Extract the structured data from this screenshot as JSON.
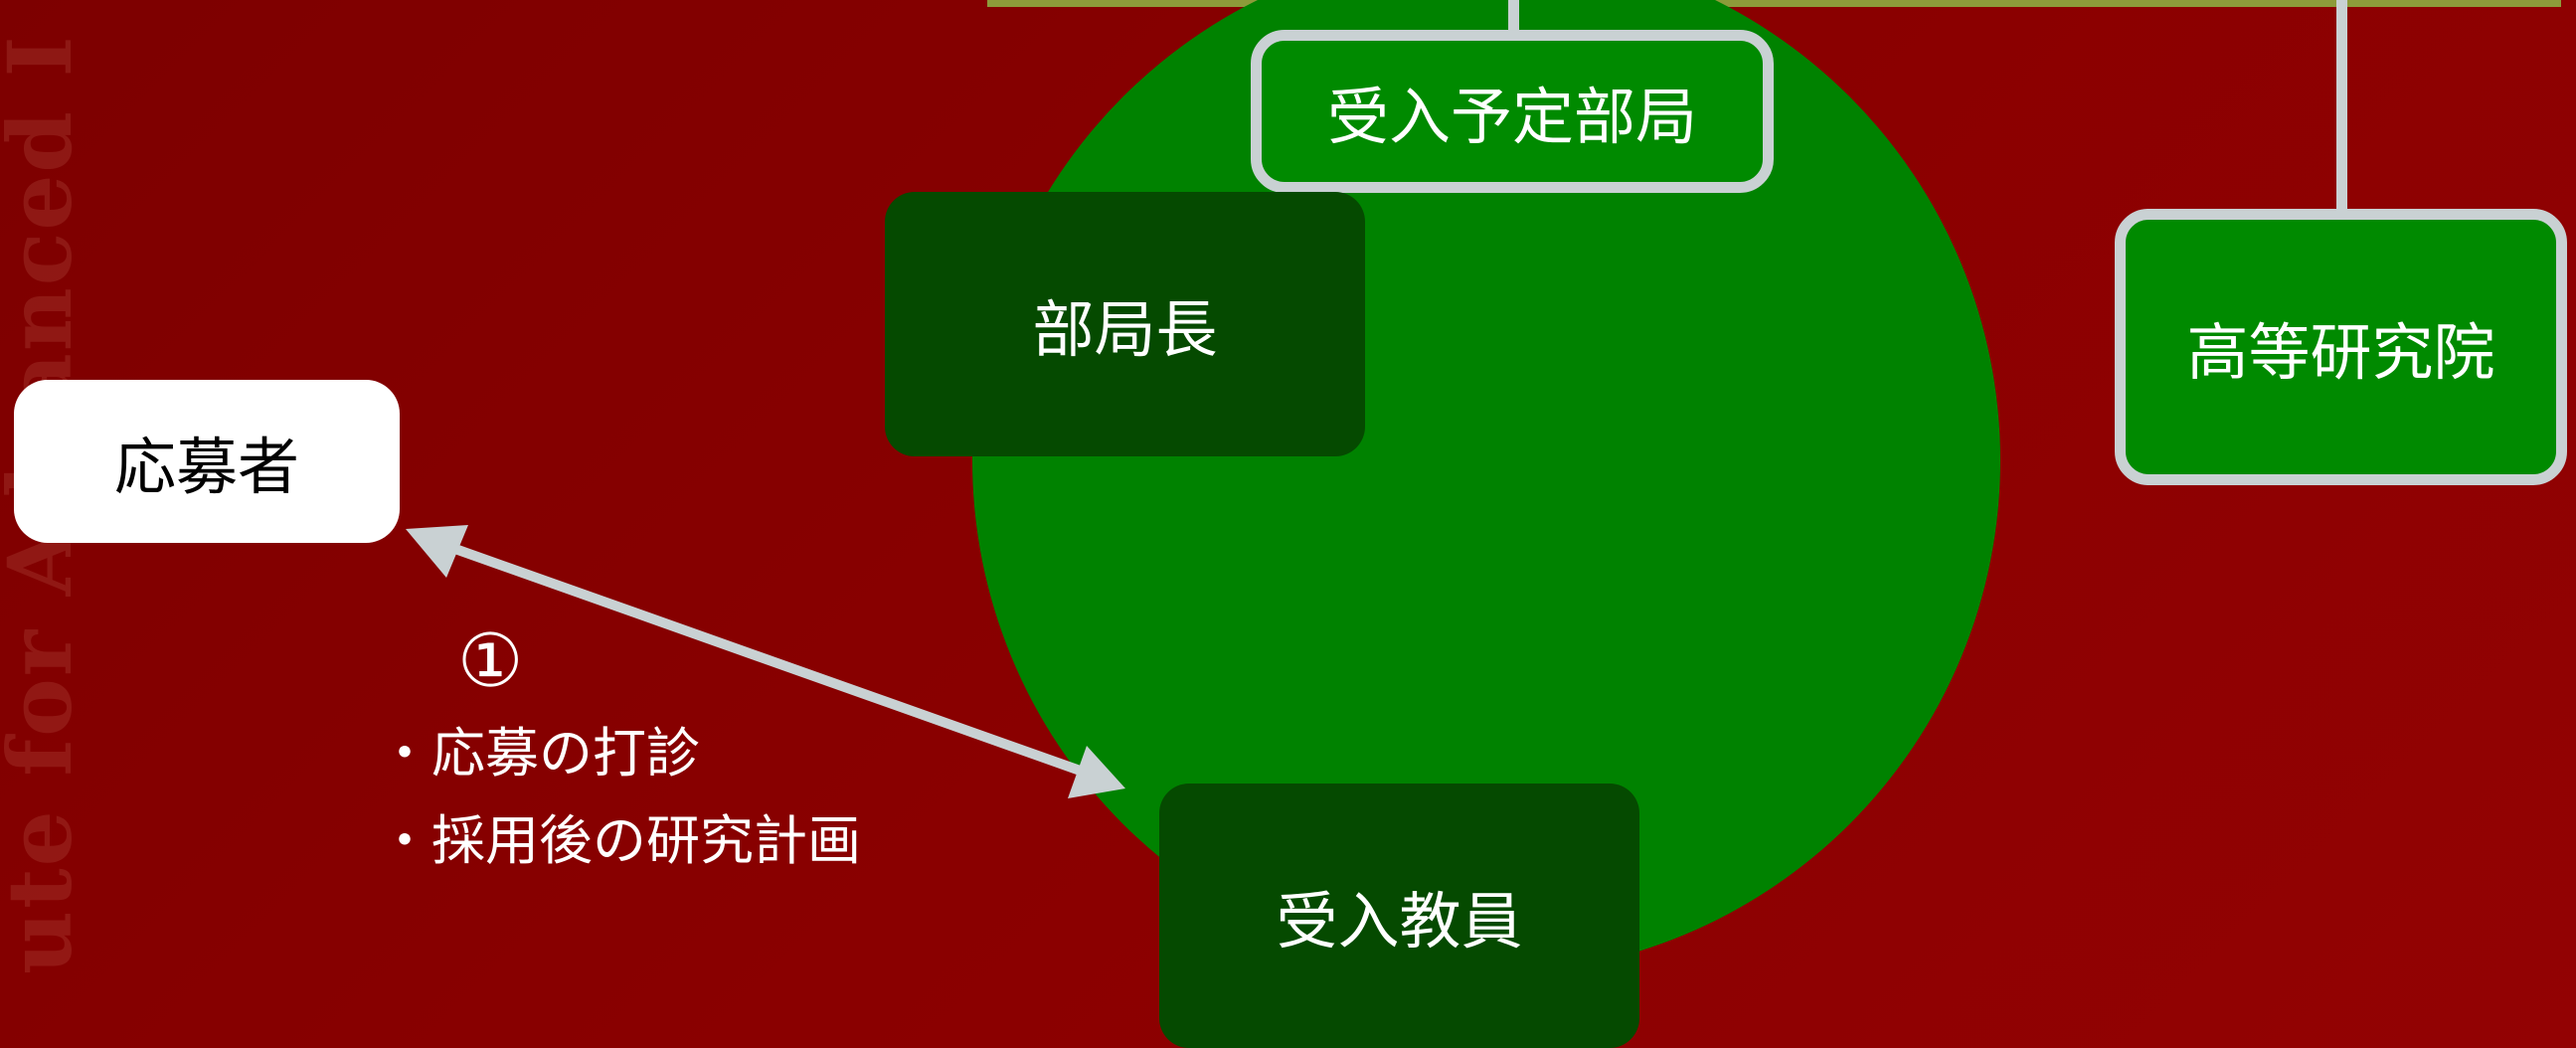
{
  "watermark": "ute for Advanced I",
  "nodes": {
    "receiving_department": "受入予定部局",
    "department_head": "部局長",
    "institute": "高等研究院",
    "applicant": "応募者",
    "host_faculty": "受入教員"
  },
  "step": {
    "number": "①",
    "items": [
      "応募の打診",
      "採用後の研究計画"
    ]
  },
  "colors": {
    "background": "#8a0000",
    "circle": "#008200",
    "outlined_box": "#008a00",
    "dark_box": "#054a00",
    "outline": "#c9d1d3",
    "topbar": "#8d9b3a"
  }
}
